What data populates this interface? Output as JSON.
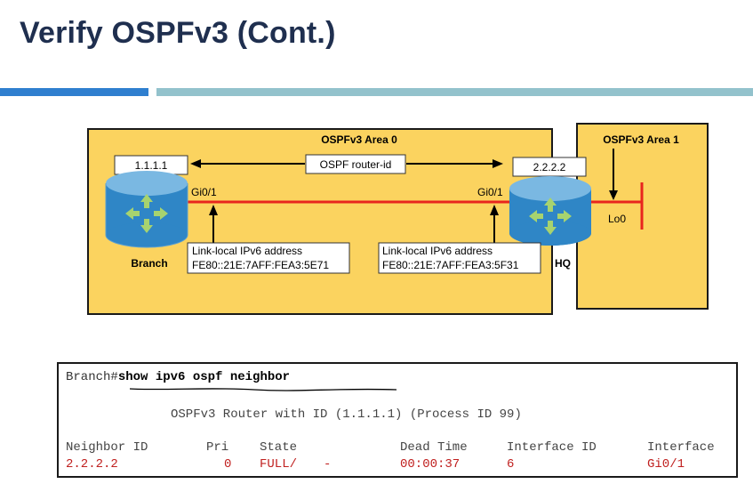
{
  "slide": {
    "title": "Verify OSPFv3 (Cont.)"
  },
  "diagram": {
    "area0_label": "OSPFv3 Area 0",
    "area1_label": "OSPFv3 Area 1",
    "router_id_caption": "OSPF router-id",
    "branch": {
      "name": "Branch",
      "router_id": "1.1.1.1",
      "interface": "Gi0/1",
      "ll_label": "Link-local IPv6 address",
      "ll_address": "FE80::21E:7AFF:FEA3:5E71"
    },
    "hq": {
      "name": "HQ",
      "router_id": "2.2.2.2",
      "interface": "Gi0/1",
      "ll_label": "Link-local IPv6 address",
      "ll_address": "FE80::21E:7AFF:FEA3:5F31",
      "loopback": "Lo0"
    },
    "colors": {
      "area_fill": "#fbd35f",
      "router_fill": "#2f86c6",
      "link": "#e8251e"
    }
  },
  "cli": {
    "prompt": "Branch#",
    "command": "show ipv6 ospf neighbor",
    "router_line": "OSPFv3 Router with ID (1.1.1.1) (Process ID 99)",
    "headers": {
      "neighbor_id": "Neighbor ID",
      "pri": "Pri",
      "state": "State",
      "dead_time": "Dead Time",
      "interface_id": "Interface ID",
      "interface": "Interface"
    },
    "row": {
      "neighbor_id": "2.2.2.2",
      "pri": "0",
      "state": "FULL/",
      "state_suffix": "-",
      "dead_time": "00:00:37",
      "interface_id": "6",
      "interface": "Gi0/1"
    }
  }
}
